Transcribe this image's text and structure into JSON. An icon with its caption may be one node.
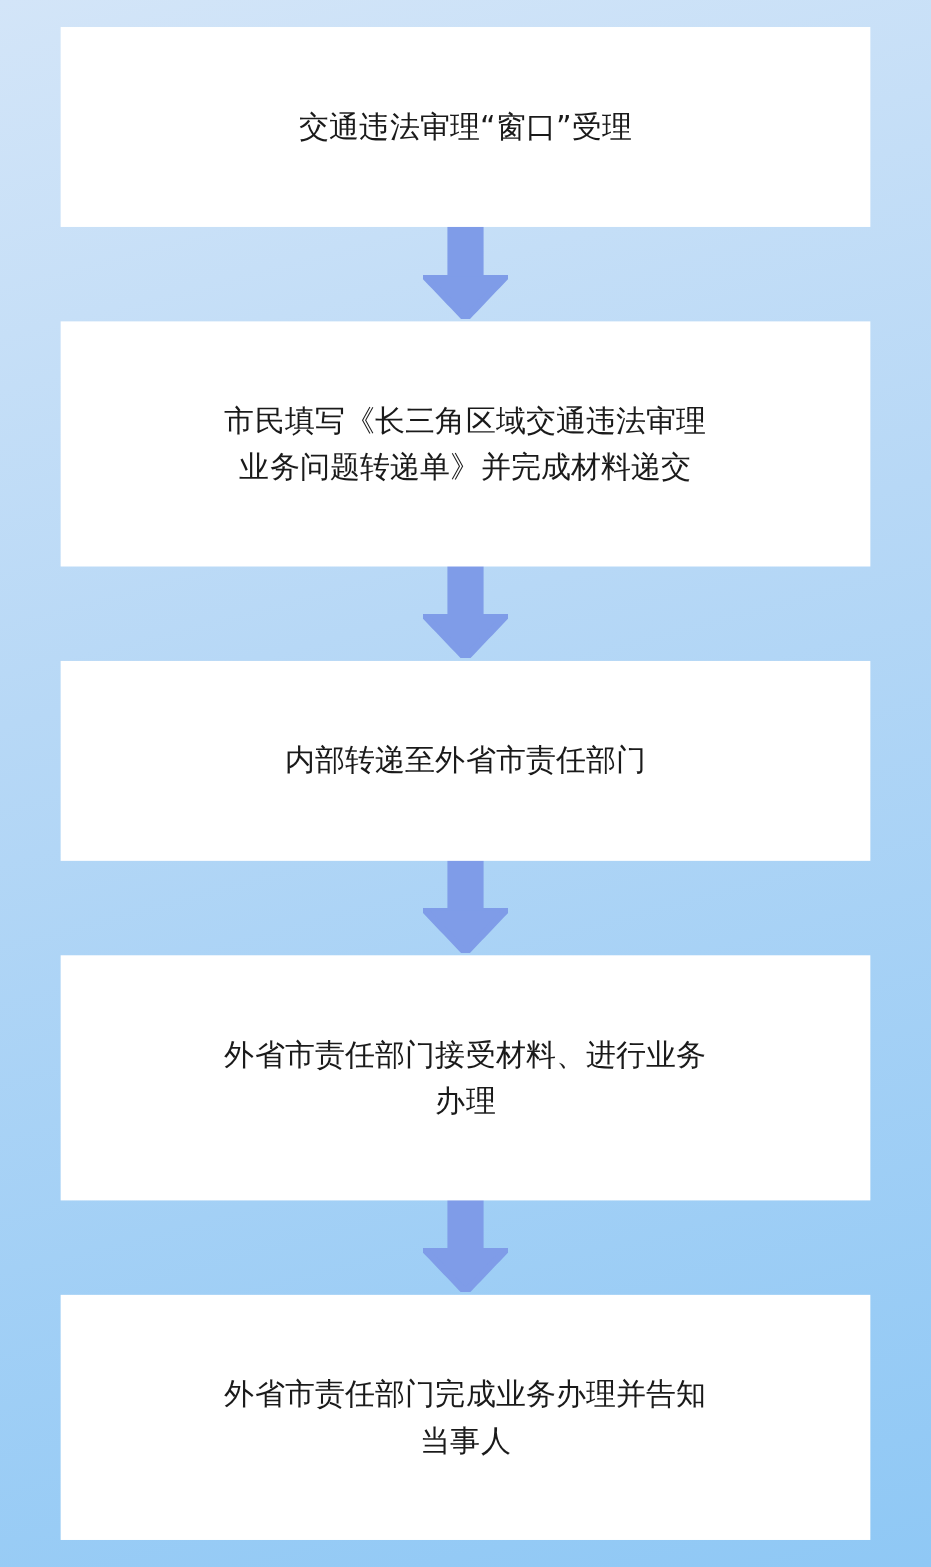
{
  "diagram": {
    "nodes": [
      {
        "text": [
          "交通违法审理“窗口”受理"
        ]
      },
      {
        "text": [
          "市民填写《长三角区域交通违法审理业务问题转递单》并完成材料递交"
        ]
      },
      {
        "text": [
          "内部转递至外省市责任部门"
        ]
      },
      {
        "text": [
          "外省市责任部门接受材料、进行业务办理"
        ]
      },
      {
        "text": [
          "外省市责任部门完成业务办理并告知当事人"
        ]
      }
    ],
    "edges": [
      {
        "from": 0,
        "to": 1,
        "arrow": "to"
      },
      {
        "from": 1,
        "to": 2,
        "arrow": "to"
      },
      {
        "from": 2,
        "to": 3,
        "arrow": "to"
      },
      {
        "from": 3,
        "to": 4,
        "arrow": "to"
      }
    ]
  }
}
